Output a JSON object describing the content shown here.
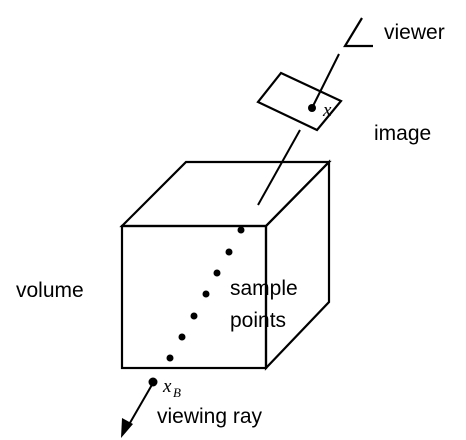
{
  "labels": {
    "viewer": "viewer",
    "image": "image",
    "volume": "volume",
    "sample_line1": "sample",
    "sample_line2": "points",
    "viewing_ray": "viewing ray"
  },
  "math": {
    "x": "x",
    "x_b_base": "x",
    "x_b_sub": "B"
  },
  "colors": {
    "ink": "#000000",
    "background": "#ffffff"
  }
}
